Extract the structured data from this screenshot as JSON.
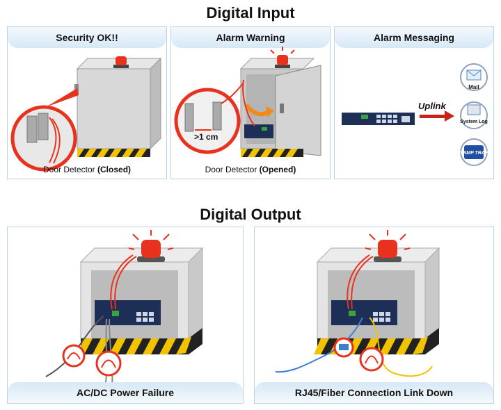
{
  "digital_input": {
    "title": "Digital Input",
    "panels": [
      {
        "heading": "Security OK!!",
        "caption_prefix": "Door Detector ",
        "caption_state": "(Closed)"
      },
      {
        "heading": "Alarm Warning",
        "caption_prefix": "Door Detector ",
        "caption_state": "(Opened)",
        "gap_label": ">1 cm"
      },
      {
        "heading": "Alarm Messaging",
        "uplink_label": "Uplink",
        "icons": [
          {
            "name": "mail-icon",
            "label": "Mail"
          },
          {
            "name": "system-log-icon",
            "label": "System Log"
          },
          {
            "name": "snmp-trap-icon",
            "label": "SNMP TRAP"
          }
        ]
      }
    ]
  },
  "digital_output": {
    "title": "Digital Output",
    "panels": [
      {
        "caption": "AC/DC Power Failure"
      },
      {
        "caption": "RJ45/Fiber Connection Link Down"
      }
    ]
  },
  "colors": {
    "panel_border": "#b9d3ea",
    "header_gradient_light": "#f4f9fd",
    "header_gradient_dark": "#d7e8f6",
    "alarm_red": "#e8321e",
    "hazard_yellow": "#f2c300",
    "switch_navy": "#1d2f57"
  }
}
